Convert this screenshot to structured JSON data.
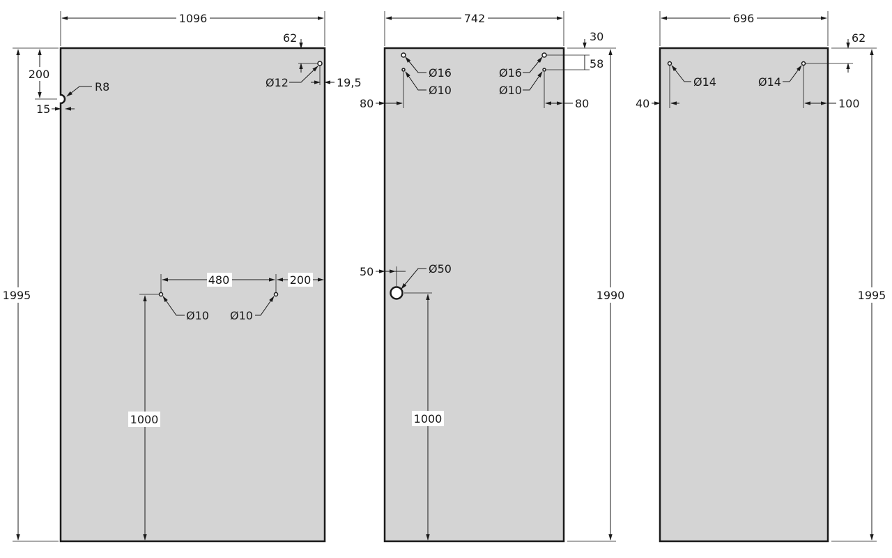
{
  "panels": [
    {
      "width_label": "1096",
      "height_label": "1995",
      "notch": {
        "radius_label": "R8",
        "depth_label": "15",
        "offset_label": "200"
      },
      "top_hole": {
        "dia_label": "Ø12",
        "top_label": "62",
        "side_label": "19,5"
      },
      "mid_holes": {
        "left_dia_label": "Ø10",
        "right_dia_label": "Ø10",
        "spacing_label": "480",
        "edge_label": "200",
        "height_label": "1000"
      }
    },
    {
      "width_label": "742",
      "height_label": "1990",
      "top_offset_label": "30",
      "hole_gap_label": "58",
      "left_big_dia_label": "Ø16",
      "left_small_dia_label": "Ø10",
      "right_big_dia_label": "Ø16",
      "right_small_dia_label": "Ø10",
      "left_edge_label": "80",
      "right_edge_label": "80",
      "large_hole": {
        "dia_label": "Ø50",
        "edge_label": "50",
        "height_label": "1000"
      }
    },
    {
      "width_label": "696",
      "height_label": "1995",
      "left_hole_dia_label": "Ø14",
      "right_hole_dia_label": "Ø14",
      "top_label": "62",
      "left_edge_label": "40",
      "right_edge_label": "100"
    }
  ]
}
